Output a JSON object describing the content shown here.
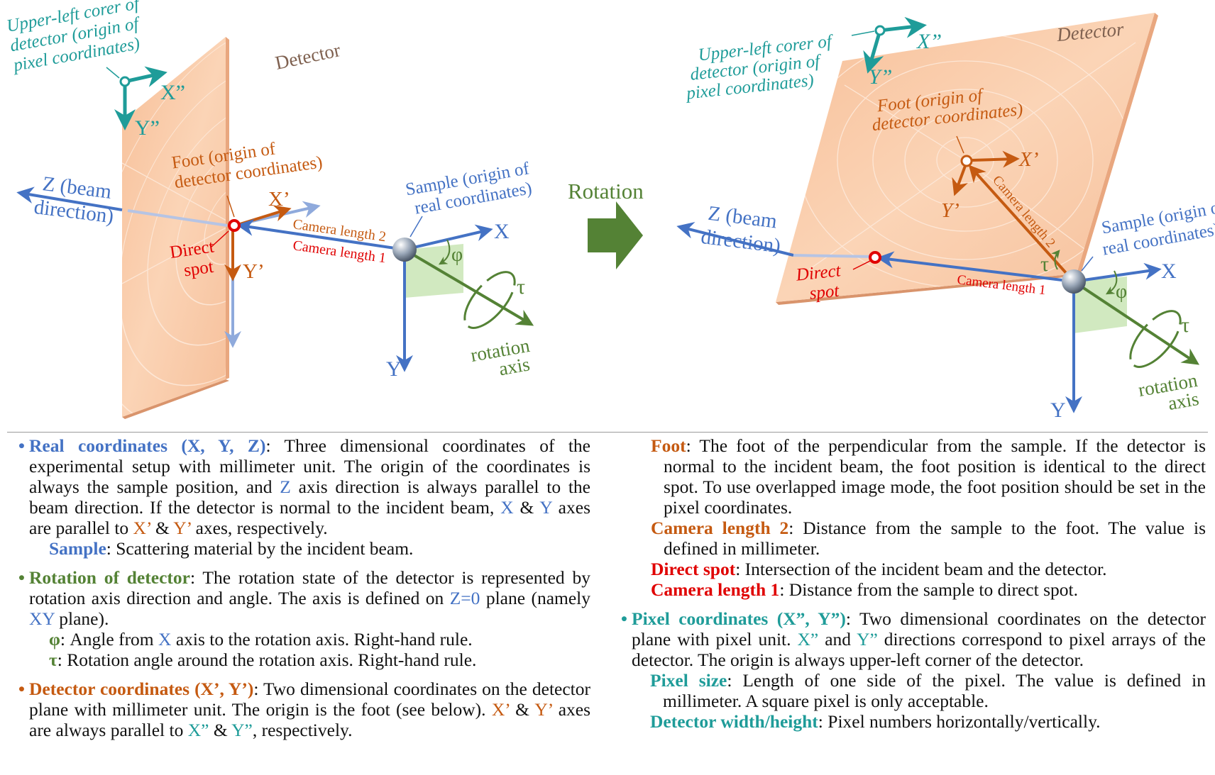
{
  "diagram": {
    "left": {
      "detector": "Detector",
      "corner_label": [
        "Upper-left corer of",
        "detector (origin of",
        "pixel coordinates)"
      ],
      "xpp": "X”",
      "ypp": "Y”",
      "foot_label": [
        "Foot (origin of",
        "detector coordinates)"
      ],
      "xp": "X’",
      "yp": "Y’",
      "z_label": [
        "Z (beam",
        "direction)"
      ],
      "direct_spot": [
        "Direct",
        "spot"
      ],
      "camera2": "Camera length 2",
      "camera1": "Camera length 1",
      "sample_label": [
        "Sample (origin of",
        "real coordinates)"
      ],
      "x": "X",
      "y": "Y",
      "phi": "φ",
      "tau": "τ",
      "rotation_axis": [
        "rotation",
        "axis"
      ]
    },
    "middle": {
      "rotation": "Rotation"
    },
    "right": {
      "detector": "Detector",
      "corner_label": [
        "Upper-left corer of",
        "detector (origin of",
        "pixel coordinates)"
      ],
      "xpp": "X”",
      "ypp": "Y”",
      "foot_label": [
        "Foot (origin of",
        "detector coordinates)"
      ],
      "xp": "X’",
      "yp": "Y’",
      "z_label": [
        "Z (beam",
        "direction)"
      ],
      "direct_spot": [
        "Direct",
        "spot"
      ],
      "camera2": "Camera length 2",
      "camera1": "Camera length 1",
      "sample_label": [
        "Sample (origin of",
        "real coordinates)"
      ],
      "x": "X",
      "y": "Y",
      "phi": "φ",
      "tau": "τ",
      "rotation_axis": [
        "rotation",
        "axis"
      ]
    },
    "colors": {
      "blue": "#4472c4",
      "green": "#548235",
      "orange": "#c55a11",
      "red": "#e00000",
      "teal": "#1f9c99",
      "detector_fill": "#f9c9a4"
    }
  },
  "text": {
    "real": {
      "title": "Real coordinates (X, Y, Z)",
      "t1": ": Three dimensional coordinates of the experimental setup with millimeter unit. The origin of the coordinates is always the sample position, and ",
      "z": "Z",
      "t2": " axis direction is always parallel to the beam direction. If the detector is normal to the incident beam, ",
      "x": "X",
      "amp1": " & ",
      "y": "Y",
      "t3": " axes are parallel to ",
      "xp": "X’",
      "amp2": " & ",
      "yp": "Y’",
      "t4": " axes, respectively.",
      "sample_term": "Sample",
      "sample_desc": ": Scattering material by the incident beam."
    },
    "rotation": {
      "title": "Rotation of detector",
      "t1": ": The rotation state of the detector is represented by rotation axis direction and angle. The axis is defined on ",
      "z0": "Z=0",
      "t2": " plane (namely ",
      "xy": "XY",
      "t3": " plane).",
      "phi_term": "φ",
      "phi_t1": ": Angle from ",
      "phi_x": "X",
      "phi_t2": " axis to the rotation axis. Right-hand rule.",
      "tau_term": "τ",
      "tau_desc": ": Rotation angle around the rotation axis. Right-hand rule."
    },
    "detector": {
      "title": "Detector coordinates (X’, Y’)",
      "t1": ": Two dimensional coordinates on the detector plane with millimeter unit. The origin is the foot (see below). ",
      "xp": "X’",
      "amp1": " & ",
      "yp": "Y’",
      "t2": " axes are always parallel to ",
      "xpp": "X”",
      "amp2": " & ",
      "ypp": "Y”",
      "t3": ", respectively."
    },
    "foot": {
      "term": "Foot",
      "desc": ": The foot of the perpendicular from the sample. If the detector is normal to the incident beam, the foot position is identical to the direct spot. To use overlapped image mode, the foot position should be set in the pixel coordinates."
    },
    "cam2": {
      "term": "Camera length 2",
      "desc": ": Distance from the sample to the foot. The value is defined in millimeter."
    },
    "direct": {
      "term": "Direct spot",
      "desc": ": Intersection of the incident beam and the detector."
    },
    "cam1": {
      "term": "Camera length 1",
      "desc": ": Distance from the sample to direct spot."
    },
    "pixel": {
      "title": "Pixel coordinates (X”, Y”)",
      "t1": ": Two dimensional coordinates on the detector plane with pixel unit. ",
      "xpp": "X”",
      "and": " and ",
      "ypp": "Y”",
      "t2": " directions correspond to pixel arrays of the detector. The origin is always upper-left corner of the detector.",
      "size_term": "Pixel size",
      "size_desc": ": Length of one side of the pixel. The value is defined in millimeter. A square pixel is only acceptable.",
      "wh_term": "Detector width/height",
      "wh_desc": ": Pixel numbers horizontally/vertically."
    }
  }
}
